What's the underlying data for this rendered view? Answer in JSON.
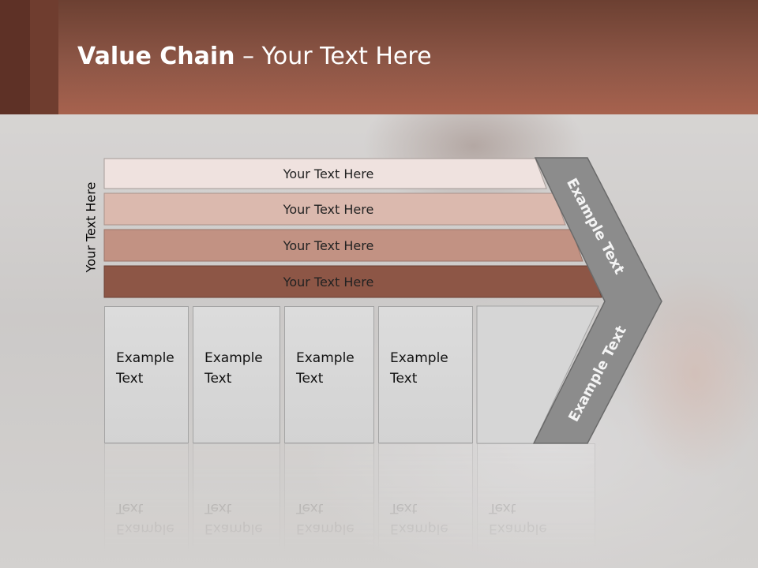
{
  "slide": {
    "title_bold": "Value Chain",
    "title_rest": " – Your Text Here",
    "side_label": "Your Text Here",
    "bands": [
      {
        "label": "Your Text Here",
        "color": "#efe2df"
      },
      {
        "label": "Your Text Here",
        "color": "#dbb9ae"
      },
      {
        "label": "Your Text Here",
        "color": "#c29283"
      },
      {
        "label": "Your Text Here",
        "color": "#8d5646"
      }
    ],
    "boxes": [
      {
        "label": "Example\nText"
      },
      {
        "label": "Example\nText"
      },
      {
        "label": "Example\nText"
      },
      {
        "label": "Example\nText"
      },
      {
        "label": "Example\nText"
      }
    ],
    "chevron_upper_label": "Example Text",
    "chevron_lower_label": "Example Text",
    "colors": {
      "title_bar": "#8d5646",
      "chevron": "#8c8c8c",
      "box_fill": "#d6d6d6"
    }
  }
}
